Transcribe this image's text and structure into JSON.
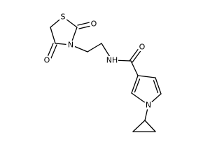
{
  "atoms": {
    "s_label": "S",
    "o_upper_label": "O",
    "o_lower_label": "O",
    "n_thiazolidine_label": "N",
    "o_amide_label": "O",
    "nh_amide_label": "NH",
    "n_pyrrole_label": "N"
  },
  "colors": {
    "bond": "#000000",
    "text": "#000000",
    "background": "#ffffff"
  }
}
